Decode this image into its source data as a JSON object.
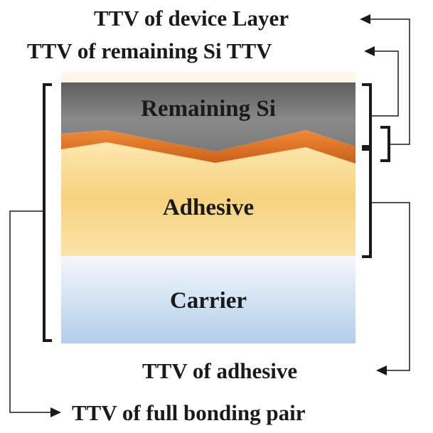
{
  "labels": {
    "device_layer": "TTV of device Layer",
    "remaining_si_ttv": "TTV of remaining Si TTV",
    "adhesive_ttv": "TTV of adhesive",
    "full_pair": "TTV of full bonding pair"
  },
  "layers": {
    "remaining_si": "Remaining Si",
    "adhesive": "Adhesive",
    "carrier": "Carrier"
  },
  "colors": {
    "remaining_si_dark": "#6b6b6b",
    "remaining_si_light": "#9a9a9a",
    "device_layer": "#e07a2a",
    "adhesive": "#f7d98a",
    "carrier": "#c9dcf0",
    "line": "#1a1a1a"
  }
}
